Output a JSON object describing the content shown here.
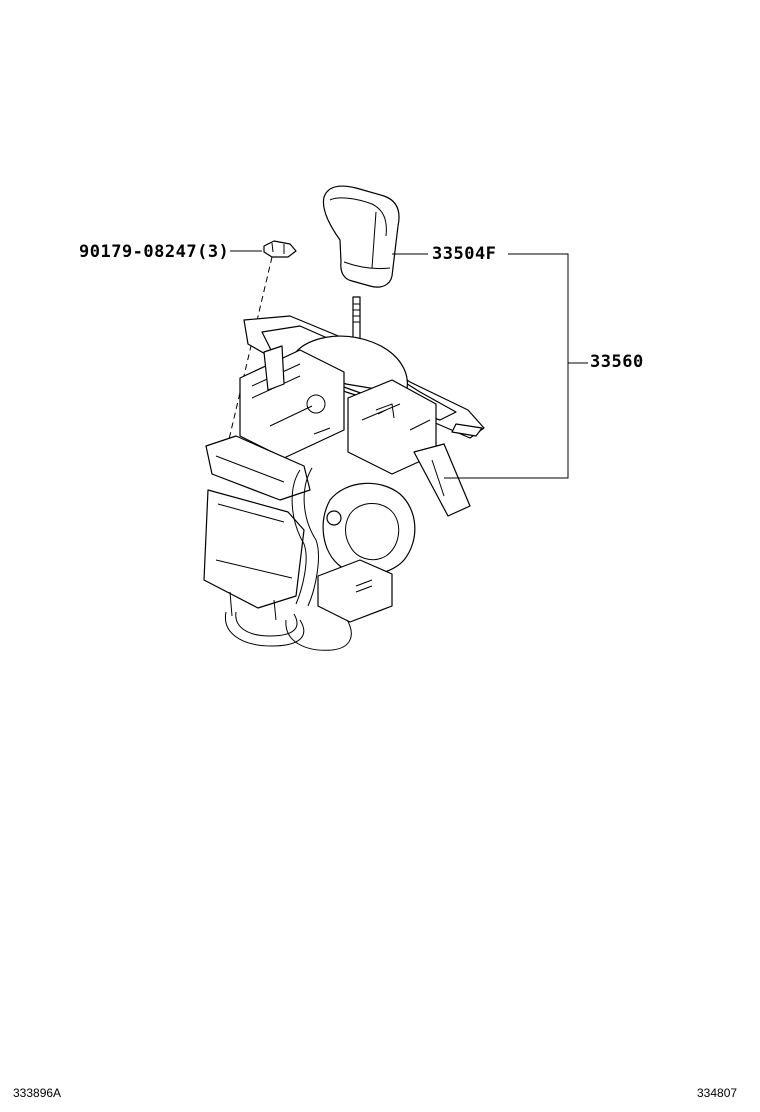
{
  "callouts": {
    "clip": "90179-08247(3)",
    "knob": "33504F",
    "assembly": "33560"
  },
  "footer": {
    "left_ref": "333896A",
    "right_ref": "334807"
  }
}
